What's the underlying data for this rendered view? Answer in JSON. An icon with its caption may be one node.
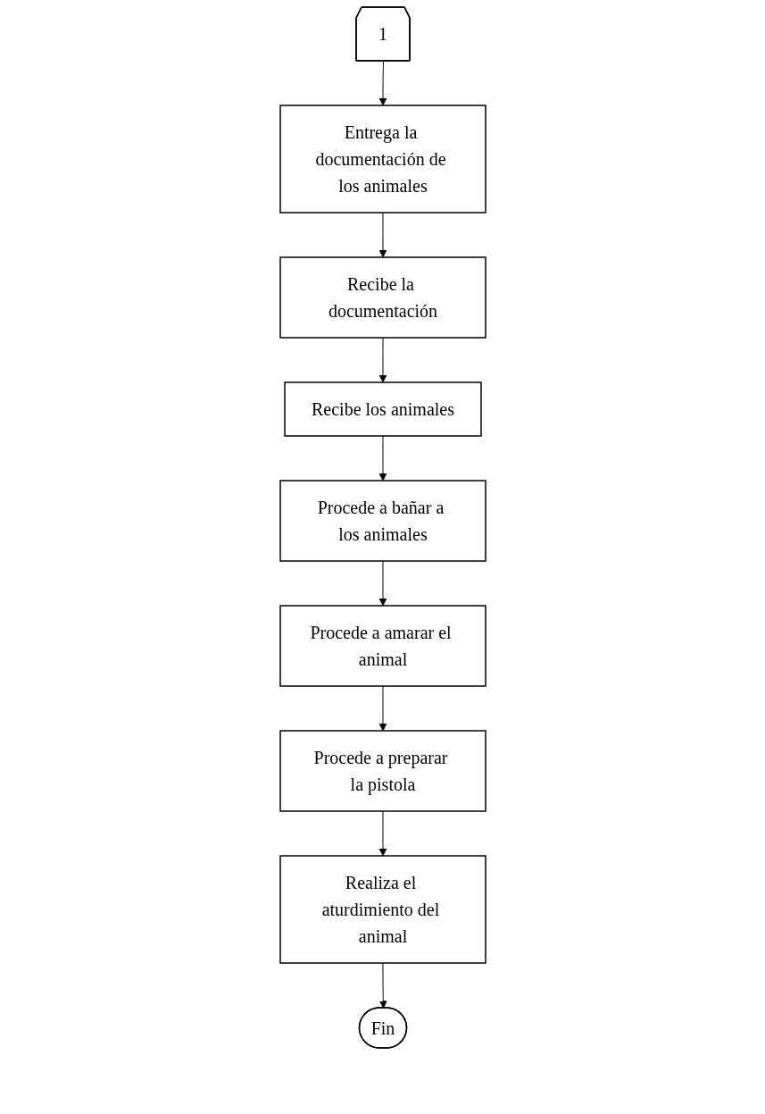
{
  "diagram": {
    "nodes": [
      {
        "text": [
          "1"
        ]
      },
      {
        "text": [
          "Entrega la documentación de los animales"
        ]
      },
      {
        "text": [
          "Recibe la documentación"
        ]
      },
      {
        "text": [
          "Recibe los animales"
        ]
      },
      {
        "text": [
          "Procede a bañar a los animales"
        ]
      },
      {
        "text": [
          "Procede a amarar el animal"
        ]
      },
      {
        "text": [
          "Procede a preparar la pistola"
        ]
      },
      {
        "text": [
          "Realiza el aturdimiento del animal"
        ]
      },
      {
        "text": [
          "Fin"
        ]
      }
    ],
    "edges": [
      {
        "from": 0,
        "to": 1,
        "arrow": "to"
      },
      {
        "from": 1,
        "to": 2,
        "arrow": "to"
      },
      {
        "from": 2,
        "to": 3,
        "arrow": "to"
      },
      {
        "from": 3,
        "to": 4,
        "arrow": "to"
      },
      {
        "from": 4,
        "to": 5,
        "arrow": "to"
      },
      {
        "from": 5,
        "to": 6,
        "arrow": "to"
      },
      {
        "from": 6,
        "to": 7,
        "arrow": "to"
      },
      {
        "from": 7,
        "to": 8,
        "arrow": "to"
      }
    ]
  }
}
